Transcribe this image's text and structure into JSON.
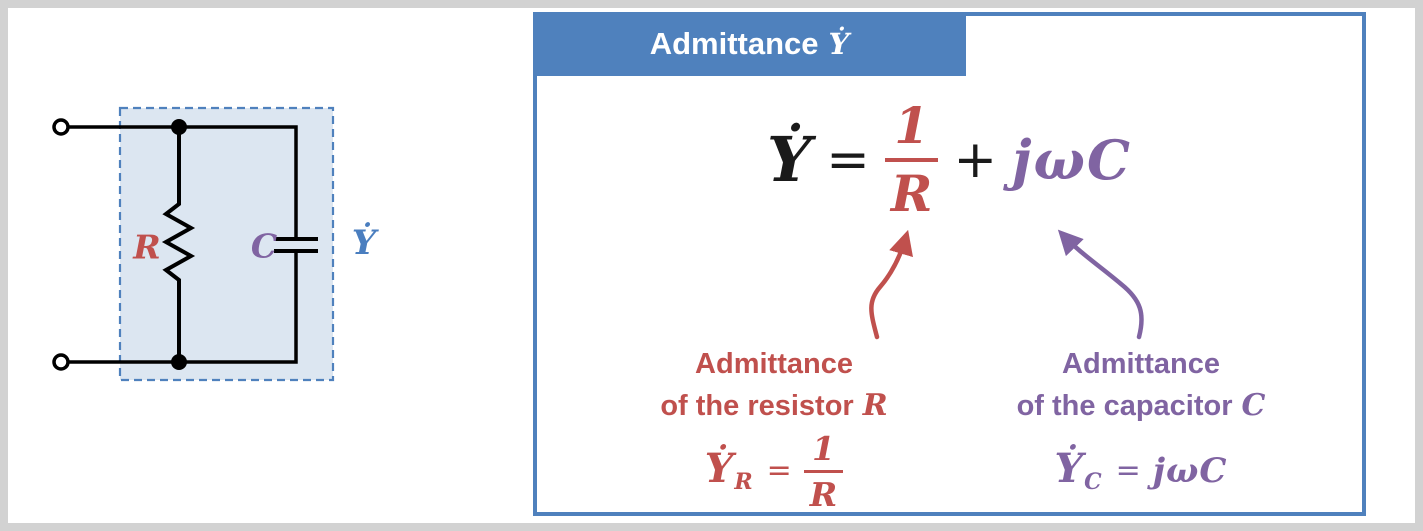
{
  "colors": {
    "accent_blue": "#4f81bd",
    "circuit_fill": "#dce6f1",
    "red": "#c0504d",
    "purple": "#8064a2",
    "circuit_label_blue": "#4a7ebf",
    "frame_gray": "#d2d2d2",
    "text_black": "#1a1a1a"
  },
  "circuit": {
    "resistor_label": "R",
    "capacitor_label": "C",
    "admittance_label": "Ẏ"
  },
  "panel": {
    "header_title": "Admittance",
    "header_symbol": "Ẏ",
    "formula": {
      "lhs": "Ẏ",
      "eq": "=",
      "num": "1",
      "den": "R",
      "plus": "+",
      "term2": "jωC"
    },
    "resistor_note": {
      "line1": "Admittance",
      "line2": "of the resistor",
      "var": "R",
      "f_lhs": "Ẏ",
      "f_sub": "R",
      "f_eq": "=",
      "f_num": "1",
      "f_den": "R"
    },
    "capacitor_note": {
      "line1": "Admittance",
      "line2": "of the capacitor",
      "var": "C",
      "f_lhs": "Ẏ",
      "f_sub": "C",
      "f_eq": "=",
      "f_rhs": "jωC"
    }
  }
}
